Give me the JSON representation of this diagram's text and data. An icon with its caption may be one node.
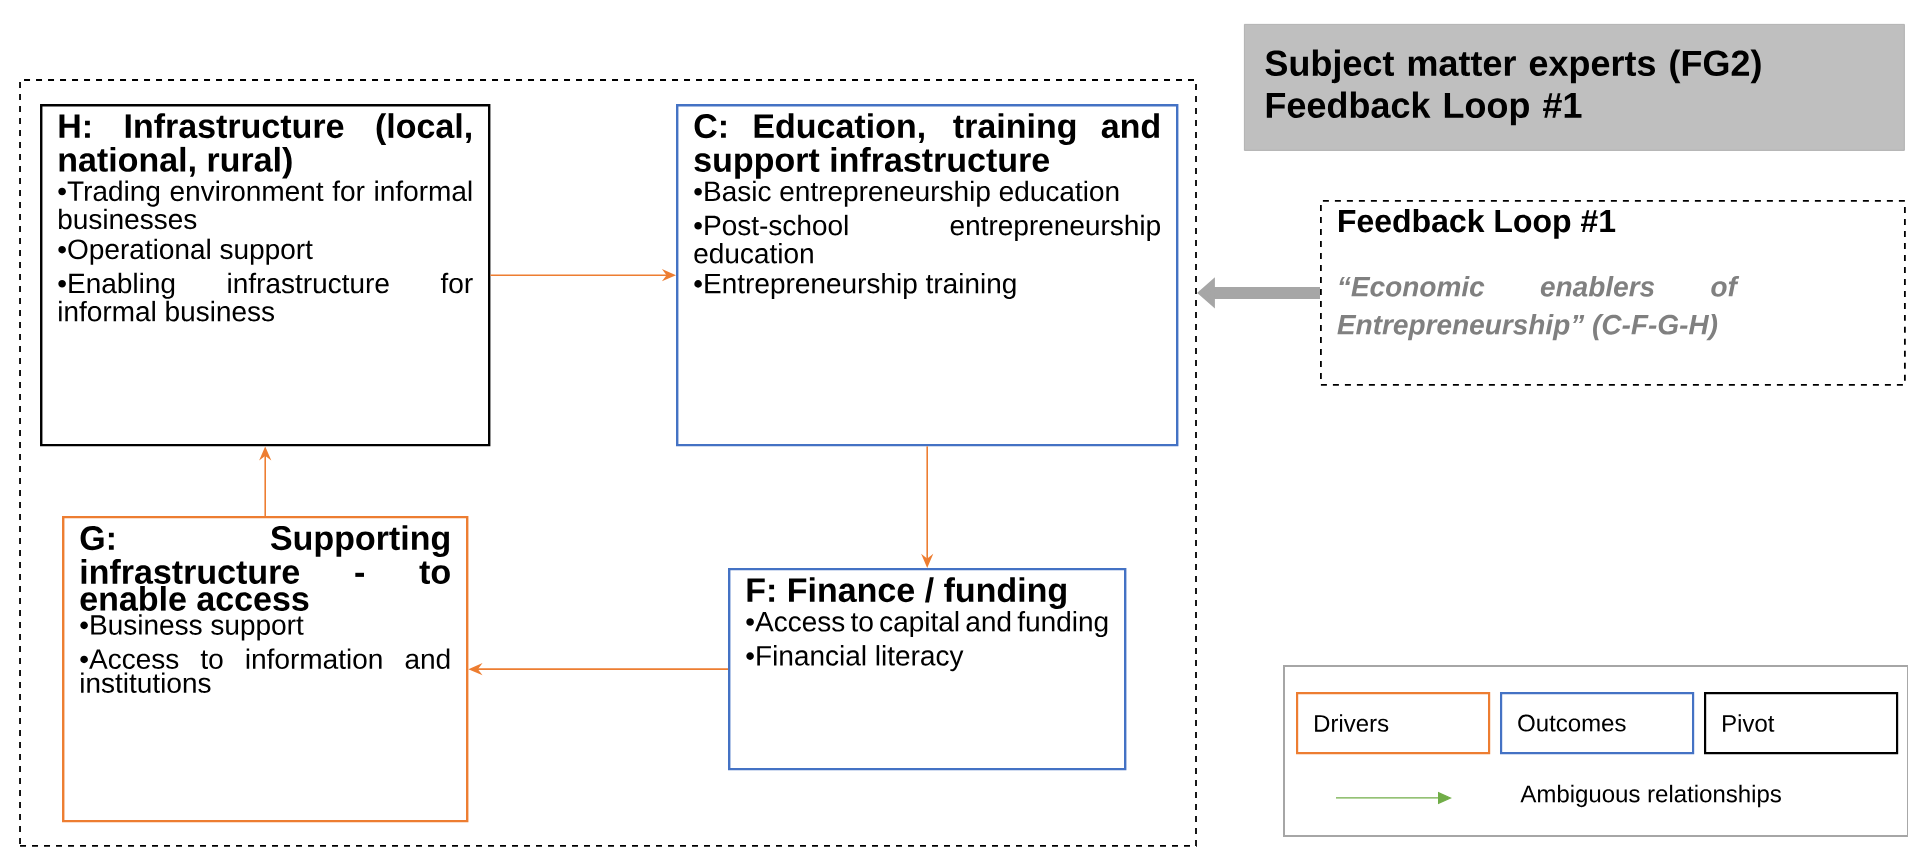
{
  "diagram": {
    "title": "Subject matter experts (FG2) Feedback Loop #1",
    "nodes": [
      {
        "text": [],
        "shape": "box"
      },
      {
        "text": [
          "H: Infrastructure (local, national, rural)",
          "•Trading environment for informal businesses",
          "•Operational support",
          "•Enabling infrastructure for informal business"
        ],
        "in": 0
      },
      {
        "text": [
          "C: Education, training and support infrastructure",
          "•Basic entrepreneurship education",
          "•Post-school entrepreneurship education",
          "•Entrepreneurship training"
        ],
        "in": 0
      },
      {
        "text": [
          "G: Supporting infrastructure - to enable access",
          "•Business support",
          "•Access to information and institutions"
        ],
        "in": 0
      },
      {
        "text": [
          "F: Finance / funding",
          "•Access to capital and funding",
          "•Financial literacy"
        ],
        "in": 0
      },
      {
        "text": [
          "Feedback Loop #1",
          "“Economic enablers of Entrepreneurship” (C-F-G-H)"
        ]
      }
    ],
    "edges": [
      {
        "from": 1,
        "to": 2,
        "arrow": "to"
      },
      {
        "from": 2,
        "to": 4,
        "arrow": "to"
      },
      {
        "from": 4,
        "to": 3,
        "arrow": "to"
      },
      {
        "from": 3,
        "to": 1,
        "arrow": "to"
      },
      {
        "from": 5,
        "to": 0,
        "arrow": "to",
        "style": "thick",
        "color": "#a6a6a6"
      }
    ],
    "legend": [
      {
        "text": "Drivers",
        "color": "#ed7d31"
      },
      {
        "text": "Outcomes",
        "color": "#4472c4"
      },
      {
        "text": "Pivot",
        "color": "#000000"
      },
      {
        "text": "Ambiguous relationships"
      }
    ]
  }
}
